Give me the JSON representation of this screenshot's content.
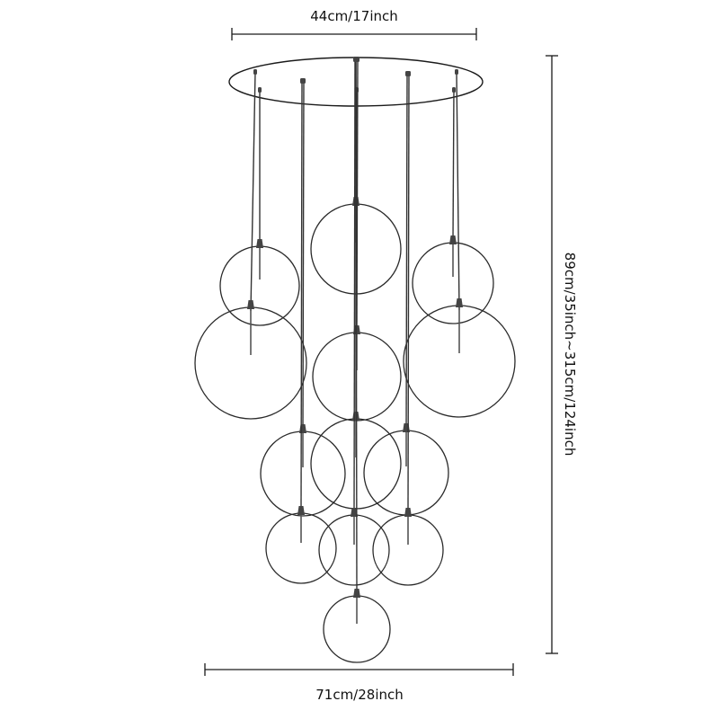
{
  "dimensions": {
    "canopy_width": "44cm/17inch",
    "overall_width": "71cm/28inch",
    "height": "89cm/35inch~315cm/124inch"
  },
  "colors": {
    "line": "#1a1a1a",
    "background": "#ffffff"
  }
}
